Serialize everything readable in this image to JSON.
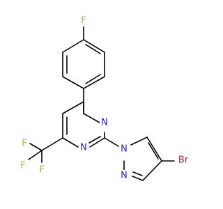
{
  "molecule": {
    "atom_labels": {
      "fluorine_para": "F",
      "n_pyrimidine_3": "N",
      "n_pyrimidine_1": "N",
      "n_pyrazole_1": "N",
      "n_pyrazole_2": "N",
      "bromine": "Br",
      "cf3_f_top": "F",
      "cf3_f_left": "F",
      "cf3_f_bottom": "F"
    },
    "colors": {
      "bond": "#000000",
      "fluorine": "#8dc63f",
      "nitrogen": "#1f1fd6",
      "bromine": "#a52a2a"
    }
  }
}
